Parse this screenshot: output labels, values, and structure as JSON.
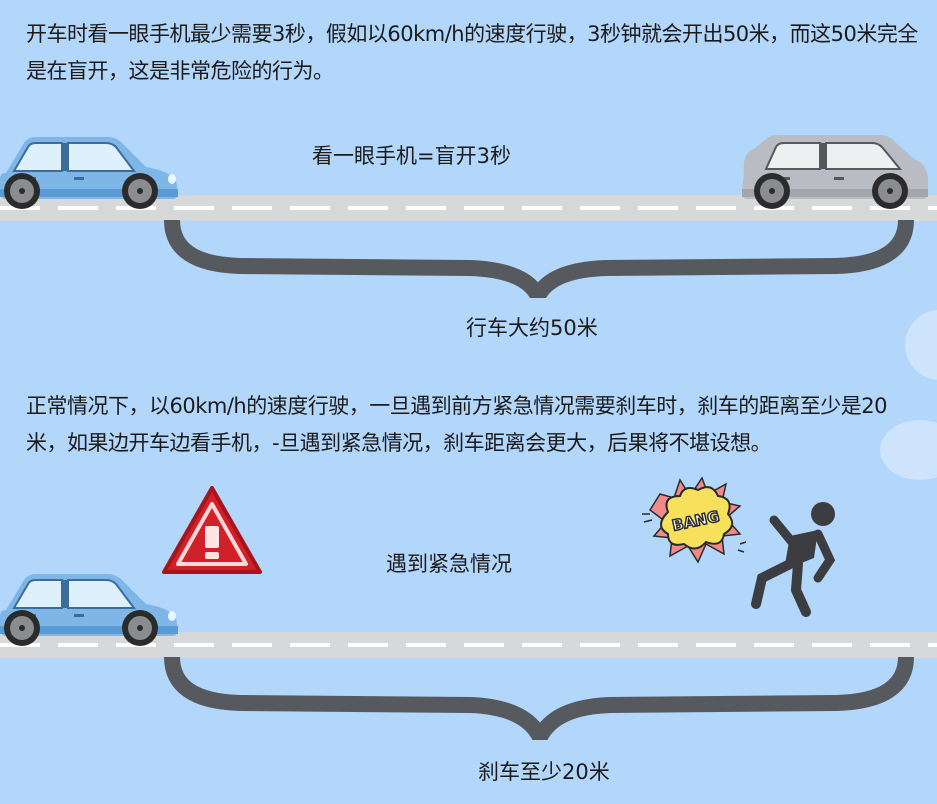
{
  "section1": {
    "paragraph": "开车时看一眼手机最少需要3秒，假如以60km/h的速度行驶，3秒钟就会开出50米，而这50米完全是在盲开，这是非常危险的行为。",
    "middle_label": "看一眼手机=盲开3秒",
    "brace_label": "行车大约50米",
    "left_car": {
      "icon": "car-icon",
      "color": "#7fb6e8"
    },
    "right_car": {
      "icon": "car-icon",
      "color": "#b9bcc2"
    }
  },
  "section2": {
    "paragraph": "正常情况下，以60km/h的速度行驶，一旦遇到前方紧急情况需要刹车时，刹车的距离至少是20米，如果边开车边看手机，-旦遇到紧急情况，刹车距离会更大，后果将不堪设想。",
    "warning_icon": "warning-triangle-icon",
    "warning_color": "#d0202a",
    "middle_label": "遇到紧急情况",
    "bang_text": "BANG",
    "pedestrian_icon": "falling-person-icon",
    "brace_label": "刹车至少20米",
    "car": {
      "icon": "car-icon",
      "color": "#7fb6e8"
    }
  },
  "colors": {
    "background": "#b3d6fb",
    "road": "#d7d8da",
    "brace": "#56595e"
  }
}
